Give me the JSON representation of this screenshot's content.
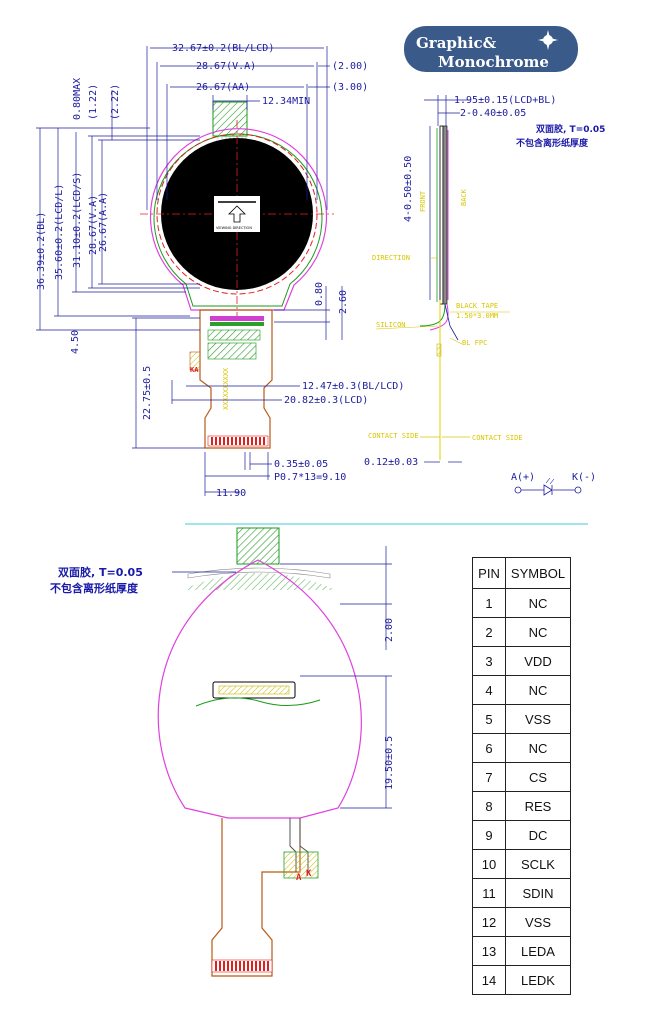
{
  "logo": {
    "line1": "Graphic&",
    "line2": "Monochrome"
  },
  "front_view": {
    "dims_top": {
      "bl_lcd": "32.67±0.2(BL/LCD)",
      "va_w": "28.67(V.A)",
      "va_gap": "(2.00)",
      "aa_w": "26.67(AA)",
      "aa_gap": "(3.00)",
      "tab_min": "12.34MIN"
    },
    "dims_left": {
      "bl_h": "36.39±0.2(BL)",
      "lcd_l": "35.60±0.2(LCD/L)",
      "lcd_s": "31.10±0.2(LCD/S)",
      "va_h": "28.67(V.A)",
      "aa_h": "26.67(A.A)",
      "max": "0.80MAX",
      "d122": "(1.22)",
      "d222": "(2.22)",
      "d450": "4.50",
      "fpc_len": "22.75±0.5"
    },
    "dims_right": {
      "d080": "0.80",
      "d260": "2.60"
    },
    "dims_bottom": {
      "bl_lcd": "12.47±0.3(BL/LCD)",
      "lcd": "20.82±0.3(LCD)",
      "pad_w": "0.35±0.05",
      "pitch": "P0.7*13=9.10",
      "total": "11.90"
    },
    "viewing_label": "VIEWING DIRECTION"
  },
  "side_view": {
    "thickness": "1.95±0.15(LCD+BL)",
    "d2": "2-0.40±0.05",
    "front": "FRONT",
    "back": "BACK",
    "d_left": "4-0.50±0.50",
    "direction": "DIRECTION",
    "black_tape": "BLACK TAPE",
    "black_tape_size": "1.50*3.0MM",
    "silicon": "SILICON",
    "bl_fpc": "BL FPC",
    "contact_side_l": "CONTACT SIDE",
    "contact_side_r": "CONTACT SIDE",
    "thickness_bottom": "0.12±0.03",
    "note_line1": "双面胶, T=0.05",
    "note_line2": "不包含离形纸厚度",
    "led_a": "A(+)",
    "led_k": "K(-)"
  },
  "back_view": {
    "note_line1": "双面胶, T=0.05",
    "note_line2": "不包含离形纸厚度",
    "d200": "2.00",
    "d1950": "19.50±0.5",
    "marker_a": "A",
    "marker_k": "K"
  },
  "pin_table": {
    "headers": [
      "PIN",
      "SYMBOL"
    ],
    "rows": [
      [
        "1",
        "NC"
      ],
      [
        "2",
        "NC"
      ],
      [
        "3",
        "VDD"
      ],
      [
        "4",
        "NC"
      ],
      [
        "5",
        "VSS"
      ],
      [
        "6",
        "NC"
      ],
      [
        "7",
        "CS"
      ],
      [
        "8",
        "RES"
      ],
      [
        "9",
        "DC"
      ],
      [
        "10",
        "SCLK"
      ],
      [
        "11",
        "SDIN"
      ],
      [
        "12",
        "VSS"
      ],
      [
        "13",
        "LEDA"
      ],
      [
        "14",
        "LEDK"
      ]
    ]
  },
  "colors": {
    "dimension": "#1c1c9e",
    "outline_magenta": "#e040e0",
    "outline_green": "#1a9a1a",
    "fpc_orange": "#b85a14",
    "center_red": "#e02020",
    "label_yellow": "#d8c600",
    "logo_bg": "#3a5a8a"
  }
}
